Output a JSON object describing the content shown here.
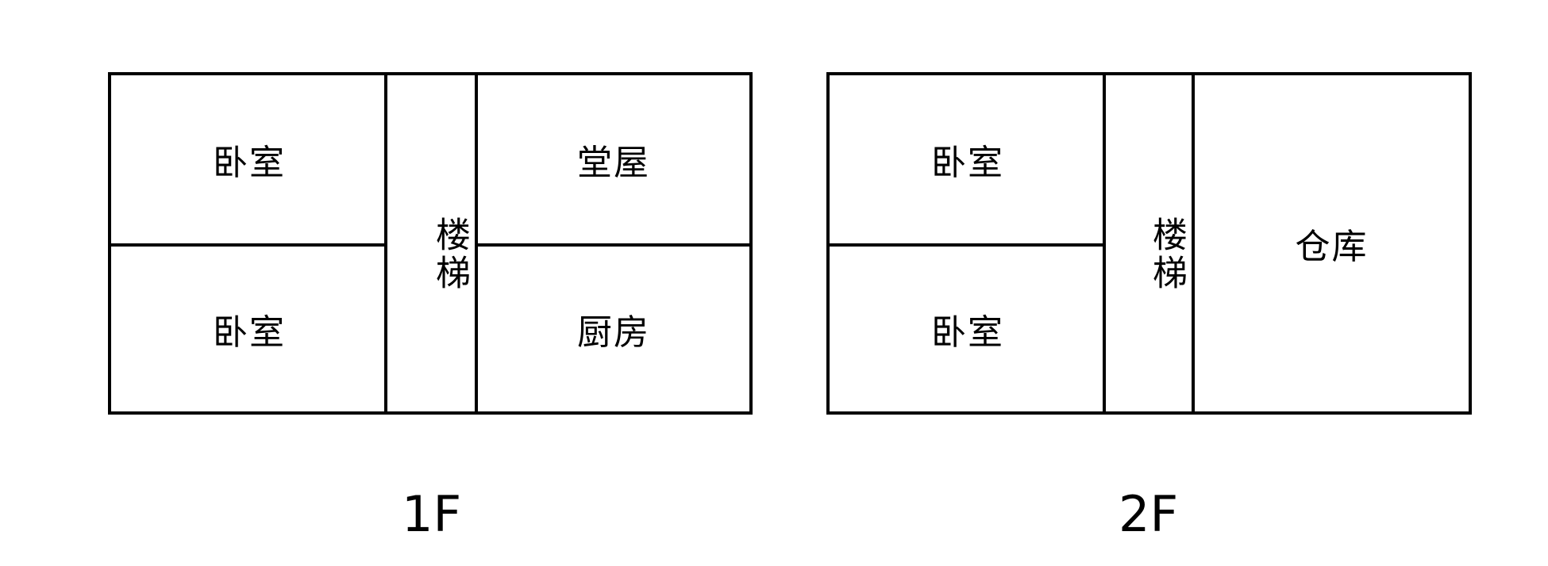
{
  "floor_1": {
    "label": "1F",
    "rooms": {
      "bedroom_top": "卧室",
      "bedroom_bottom": "卧室",
      "stairs": "楼梯",
      "main_hall": "堂屋",
      "kitchen": "厨房"
    }
  },
  "floor_2": {
    "label": "2F",
    "rooms": {
      "bedroom_top": "卧室",
      "bedroom_bottom": "卧室",
      "stairs": "楼梯",
      "storage": "仓库"
    }
  }
}
